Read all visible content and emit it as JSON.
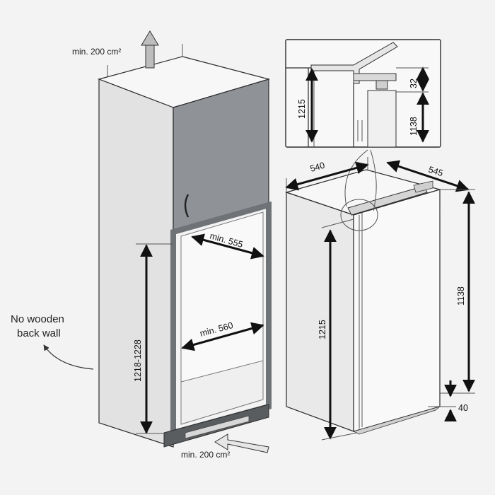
{
  "cabinet": {
    "vent_top": "min. 200 cm²",
    "vent_bottom": "min. 200 cm²",
    "no_back_wall_line1": "No wooden",
    "no_back_wall_line2": "back wall",
    "niche_height": "1218-1228",
    "depth": "min. 555",
    "width": "min. 560"
  },
  "appliance": {
    "width": "540",
    "depth": "545",
    "height_left": "1215",
    "height_right": "1138",
    "bottom_gap": "40"
  },
  "detail": {
    "height_total": "1215",
    "top_gap": "32",
    "height_body": "1138"
  },
  "colors": {
    "panel_door": "#8f9296",
    "cabinet_face": "#f4f4f4",
    "cabinet_side": "#dcdcdc",
    "frame": "#6f7276",
    "background": "#f3f3f3"
  }
}
